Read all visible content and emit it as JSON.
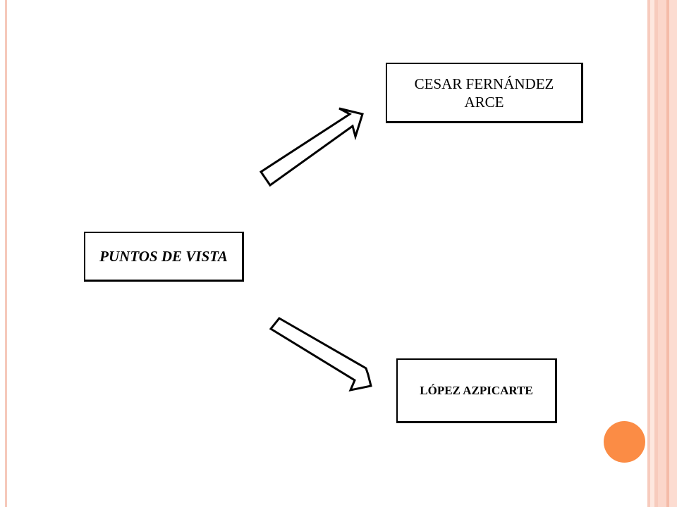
{
  "diagram": {
    "center_node": {
      "label": "PUNTOS DE VISTA"
    },
    "top_node": {
      "label": "CESAR FERNÁNDEZ ARCE"
    },
    "bottom_node": {
      "label": "LÓPEZ AZPICARTE"
    }
  },
  "theme": {
    "accent_color": "#fb8c45",
    "border_stripe_color": "#f7cbbd",
    "box_border_color": "#000000"
  }
}
